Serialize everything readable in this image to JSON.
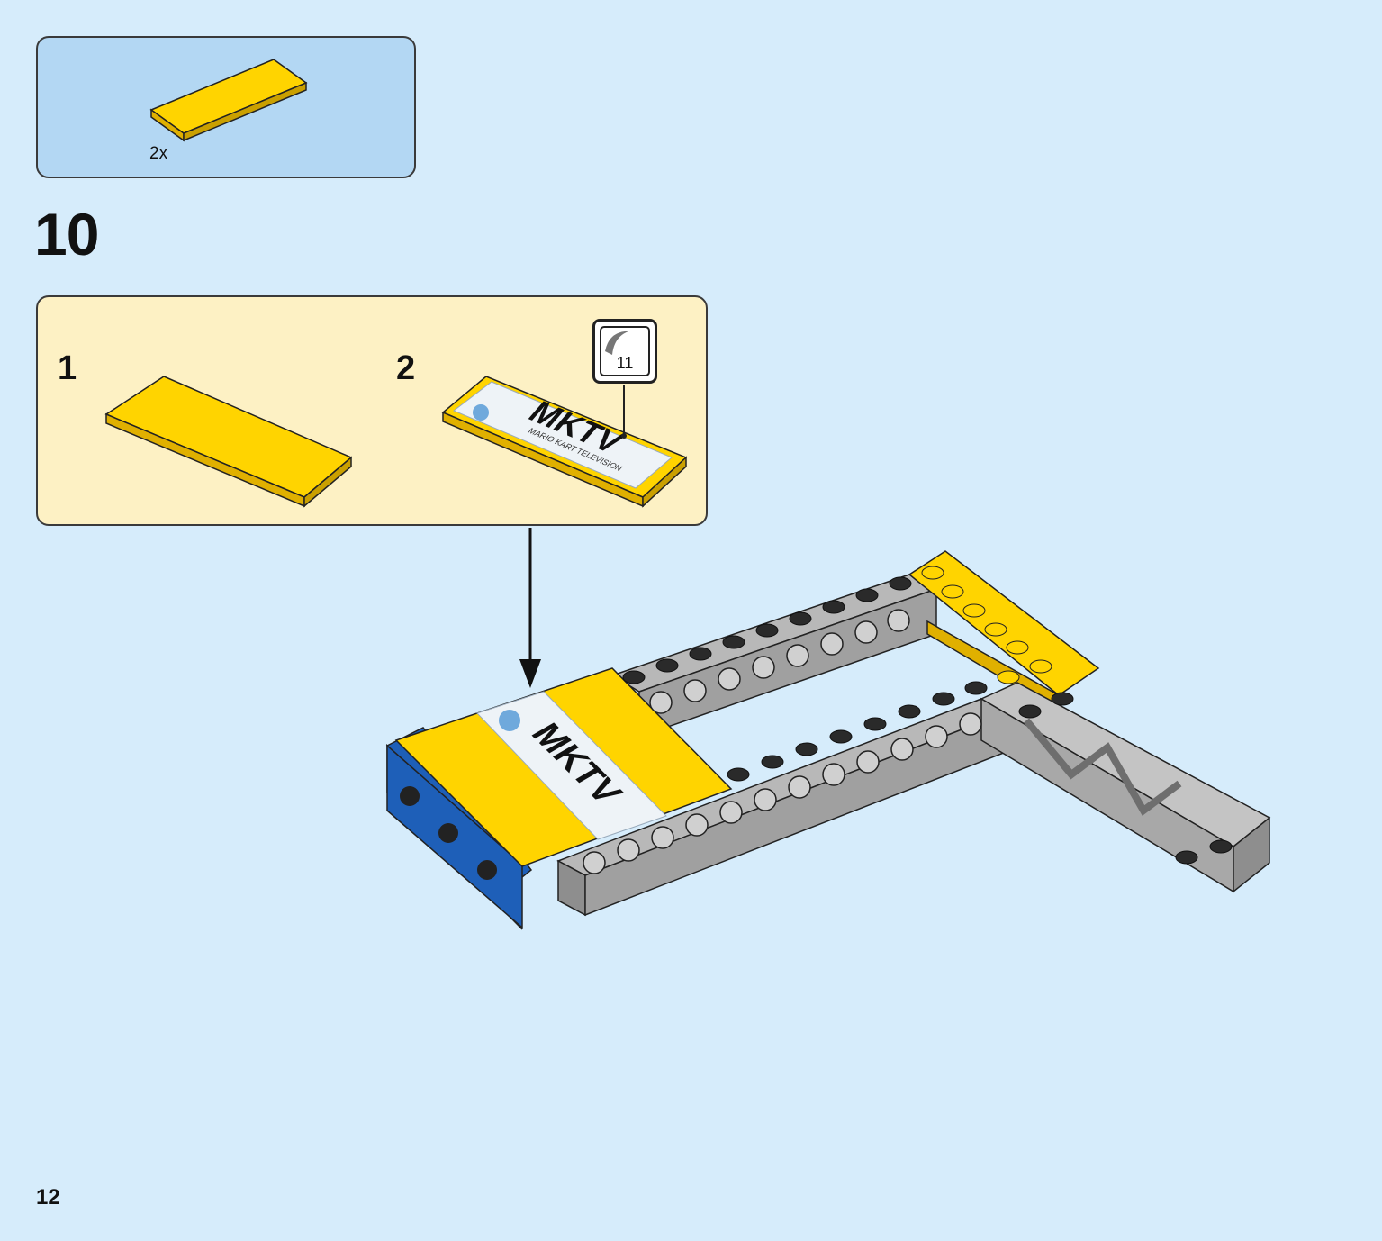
{
  "parts_callout": {
    "count": "2x"
  },
  "step": {
    "number": "10"
  },
  "sub_steps": [
    {
      "number": "1"
    },
    {
      "number": "2"
    }
  ],
  "sticker": {
    "number": "11",
    "brand": "MKTV",
    "tagline": "MARIO KART TELEVISION"
  },
  "page": {
    "number": "12"
  },
  "colors": {
    "background": "#d6ecfb",
    "parts_box": "#b3d7f3",
    "sub_box": "#fdf1c4",
    "yellow": "#ffd400",
    "blue": "#1e5fb8",
    "gray": "#9d9d9d"
  }
}
